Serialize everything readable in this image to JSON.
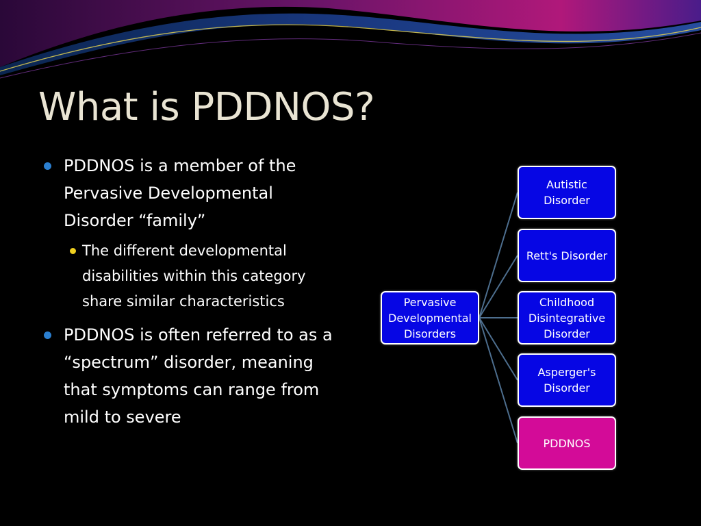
{
  "slide": {
    "title": "What is PDDNOS?",
    "bullets": [
      {
        "text": "PDDNOS is a member of the Pervasive Developmental Disorder “family”"
      },
      {
        "text": "PDDNOS is often referred to as a “spectrum” disorder, meaning that symptoms can range from mild to severe"
      }
    ],
    "sub_bullets": [
      {
        "text": "The different developmental disabilities within this category share similar characteristics"
      }
    ]
  },
  "diagram": {
    "root": "Pervasive Developmental Disorders",
    "children": [
      {
        "label": "Autistic Disorder",
        "highlight": false
      },
      {
        "label": "Rett's Disorder",
        "highlight": false
      },
      {
        "label": "Childhood Disintegrative Disorder",
        "highlight": false
      },
      {
        "label": "Asperger's Disorder",
        "highlight": false
      },
      {
        "label": "PDDNOS",
        "highlight": true
      }
    ]
  },
  "colors": {
    "background": "#000000",
    "title": "#e9e4d3",
    "bullet": "#2b7fd0",
    "sub_bullet": "#f0d020",
    "node_blue": "#0606e4",
    "node_highlight": "#d30b98",
    "connector": "#4d6e8e"
  }
}
